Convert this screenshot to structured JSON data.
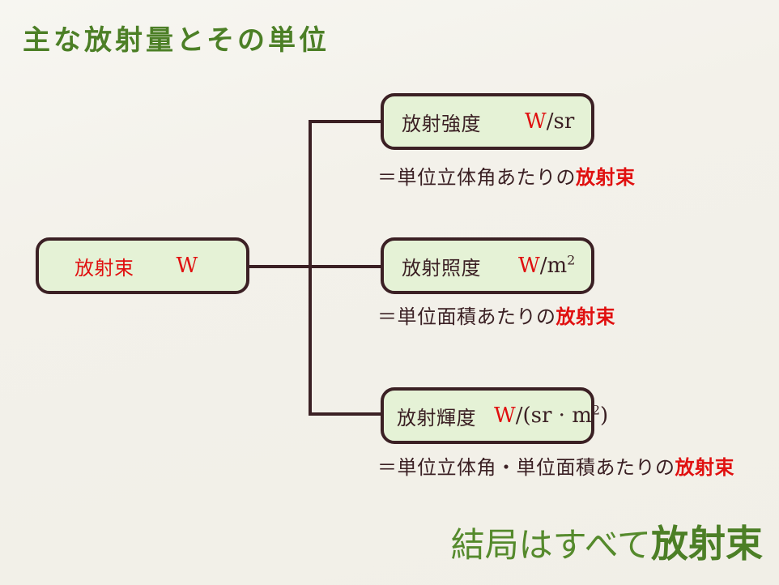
{
  "title": "主な放射量とその単位",
  "diagram": {
    "root": {
      "label": "放射束",
      "unit_w": "W"
    },
    "children": [
      {
        "label": "放射強度",
        "unit_w": "W",
        "unit_rest": "/sr",
        "note_prefix": "＝単位立体角あたりの",
        "note_emphasis": "放射束"
      },
      {
        "label": "放射照度",
        "unit_w": "W",
        "unit_rest": "/m",
        "unit_sup": "2",
        "note_prefix": "＝単位面積あたりの",
        "note_emphasis": "放射束"
      },
      {
        "label": "放射輝度",
        "unit_w": "W",
        "unit_rest": "/(sr · m",
        "unit_sup": "2",
        "unit_close": ")",
        "note_prefix": "＝単位立体角・単位面積あたりの",
        "note_emphasis": "放射束"
      }
    ]
  },
  "footer": {
    "prefix": "結局はすべて",
    "emphasis": "放射束"
  },
  "colors": {
    "background": "#f3f1ea",
    "title_green": "#4c7f26",
    "footer_green": "#558a2c",
    "line_dark": "#3b2024",
    "box_fill": "#e5f2d6",
    "red": "#e01010"
  }
}
